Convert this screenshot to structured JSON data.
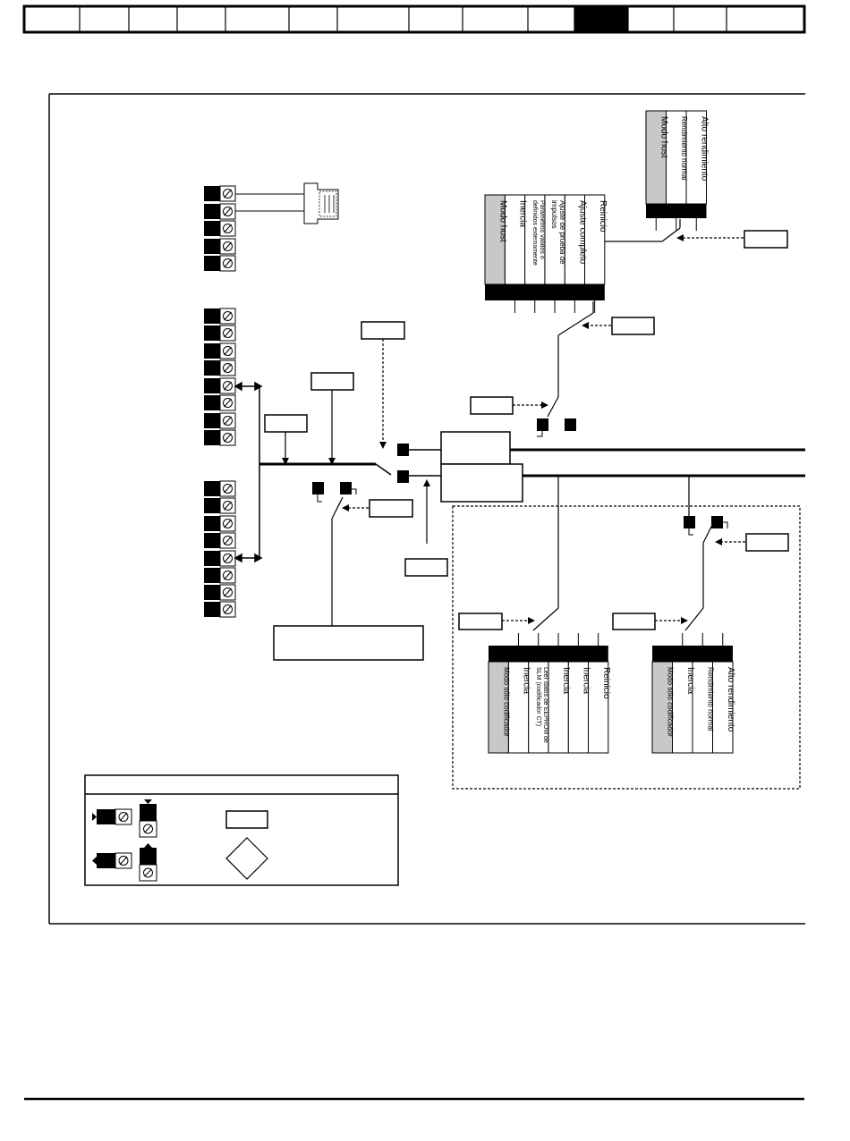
{
  "header": {
    "tabs": [
      "",
      "",
      "",
      "",
      "",
      "",
      "",
      "",
      "",
      "",
      "",
      "",
      "",
      ""
    ],
    "active_tab_index": 10
  },
  "diagram": {
    "top_right_selector": {
      "options": [
        "Alto rendimiento",
        "Rendimiento normal",
        "Modo host"
      ]
    },
    "top_center_selector": {
      "options": [
        "Reinicio",
        "Ajuste completo",
        "Ajuste de prueba de impulsos",
        "Parámetros válidos o definidos externamente",
        "Inercia",
        "Modo host"
      ]
    },
    "bottom_left_selector": {
      "options": [
        "Reinicio",
        "Inercia",
        "Inercia",
        "Leer datos de EEPROM de SLM (codificador CT)",
        "Inercia",
        "Modo sólo codificador"
      ]
    },
    "bottom_right_selector": {
      "options": [
        "Alto rendimiento",
        "Rendimiento normal",
        "Inercia",
        "Modo sólo codificador"
      ]
    },
    "legend": {
      "title": ""
    }
  },
  "colors": {
    "ink": "#000000",
    "host_mode_fill": "#c8c8c8",
    "active_tab": "#000000",
    "background": "#ffffff"
  },
  "icons": {
    "terminal": "terminal-slash-icon",
    "connector": "rj45-connector-icon",
    "switch": "selector-switch-icon",
    "input_marker": "filled-square-icon",
    "parameter_box": "parameter-box-icon",
    "logic_diamond": "diamond-icon"
  }
}
